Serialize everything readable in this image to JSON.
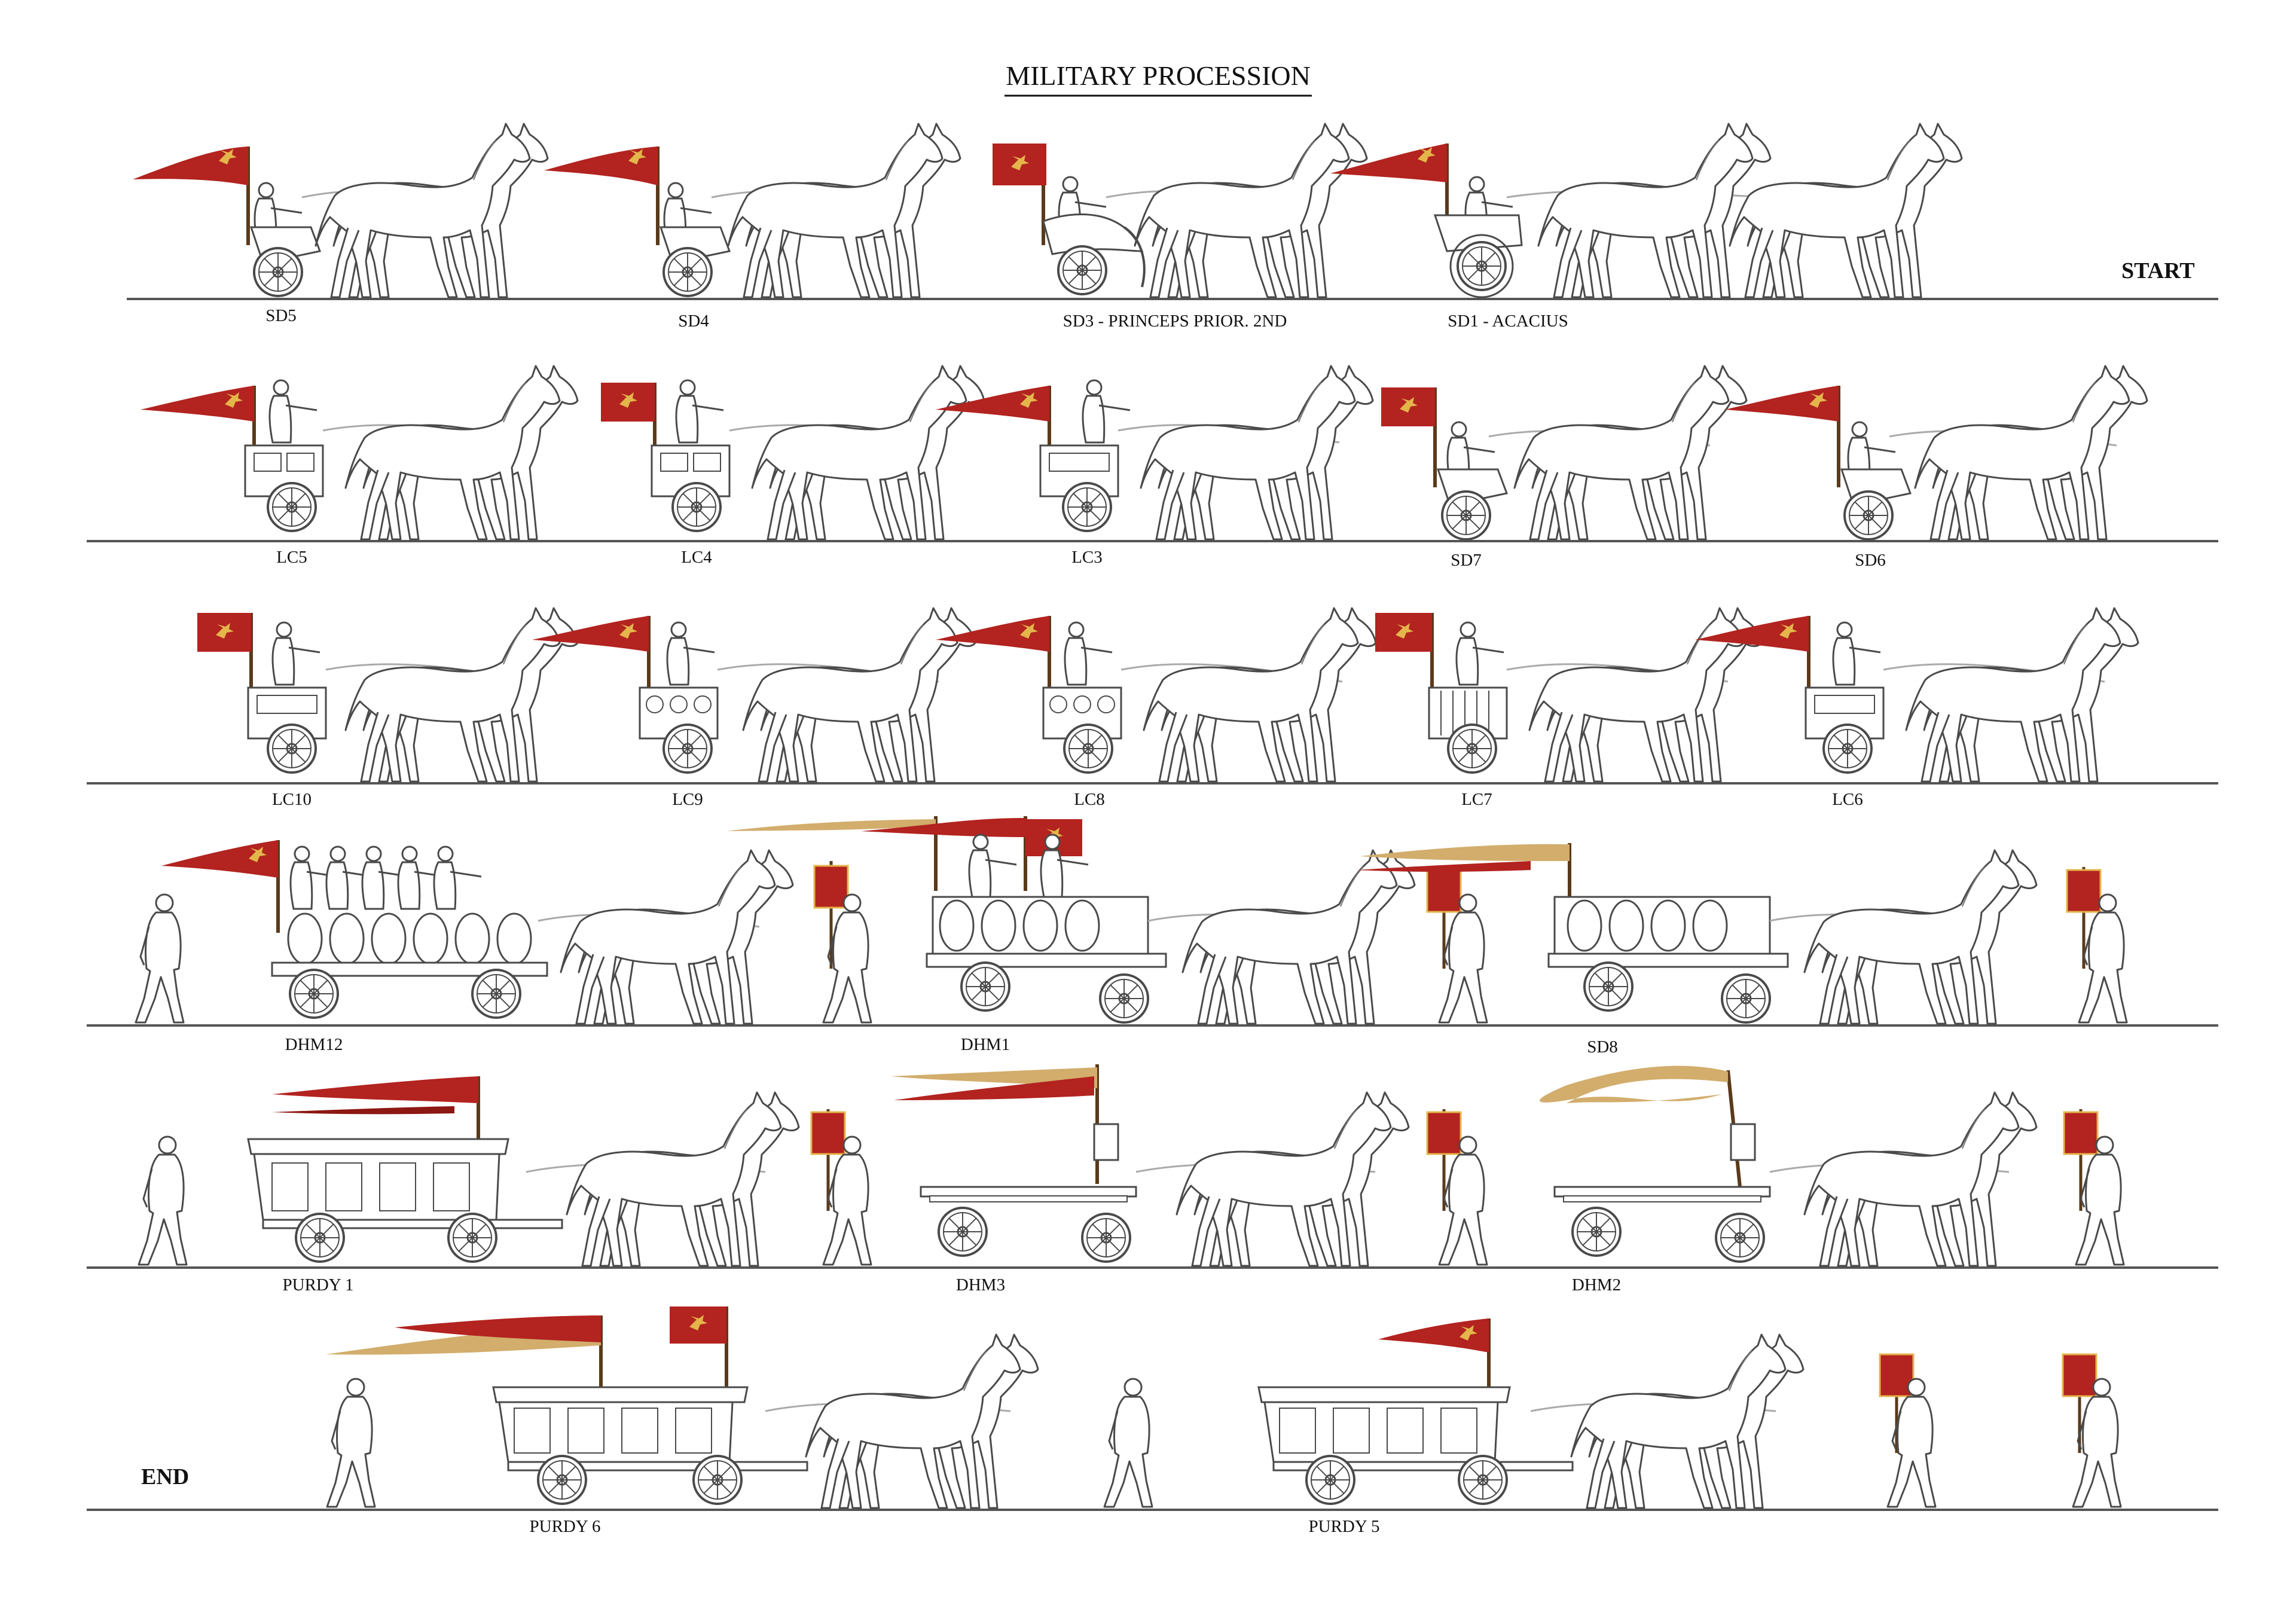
{
  "title": "MILITARY PROCESSION",
  "start_label": "START",
  "end_label": "END",
  "colors": {
    "banner_red": "#b3231f",
    "banner_red_dark": "#8c1713",
    "banner_gold": "#d2ad6c",
    "emblem_gold": "#e4b54b",
    "outline": "#4a4a4a",
    "ground": "#555555"
  },
  "rows": [
    {
      "units": [
        {
          "label": "SD5",
          "type": "small-chariot",
          "horses": 2,
          "banner": "pennant"
        },
        {
          "label": "SD4",
          "type": "small-chariot",
          "horses": 2,
          "banner": "pennant"
        },
        {
          "label": "SD3 - PRINCEPS PRIOR. 2ND",
          "type": "scythed-chariot",
          "horses": 2,
          "banner": "square"
        },
        {
          "label": "SD1 - ACACIUS",
          "type": "large-wheel-chariot",
          "horses": 4,
          "banner": "pennant"
        }
      ]
    },
    {
      "units": [
        {
          "label": "LC5",
          "type": "box-chariot",
          "horses": 2,
          "banner": "pennant"
        },
        {
          "label": "LC4",
          "type": "box-chariot",
          "horses": 2,
          "banner": "square"
        },
        {
          "label": "LC3",
          "type": "box-chariot",
          "horses": 2,
          "banner": "pennant"
        },
        {
          "label": "SD7",
          "type": "small-chariot",
          "horses": 2,
          "banner": "square"
        },
        {
          "label": "SD6",
          "type": "small-chariot",
          "horses": 2,
          "banner": "pennant"
        }
      ]
    },
    {
      "units": [
        {
          "label": "LC10",
          "type": "box-chariot",
          "horses": 2,
          "banner": "square"
        },
        {
          "label": "LC9",
          "type": "shield-chariot",
          "horses": 2,
          "banner": "pennant"
        },
        {
          "label": "LC8",
          "type": "shield-chariot",
          "horses": 2,
          "banner": "pennant"
        },
        {
          "label": "LC7",
          "type": "cage-chariot",
          "horses": 2,
          "banner": "square"
        },
        {
          "label": "LC6",
          "type": "box-chariot",
          "horses": 2,
          "banner": "pennant"
        }
      ]
    },
    {
      "units": [
        {
          "label": "DHM12",
          "type": "wheel-wagon",
          "horses": 2,
          "banner": "pennant"
        },
        {
          "label": "DHM1",
          "type": "wheel-wagon",
          "horses": 2,
          "banner": "streamer"
        },
        {
          "label": "SD8",
          "type": "wheel-wagon",
          "horses": 2,
          "banner": "streamer"
        }
      ]
    },
    {
      "units": [
        {
          "label": "PURDY 1",
          "type": "covered-wagon",
          "horses": 2,
          "banner": "streamer"
        },
        {
          "label": "DHM3",
          "type": "flatbed-cart",
          "horses": 2,
          "banner": "streamer"
        },
        {
          "label": "DHM2",
          "type": "flatbed-cart",
          "horses": 2,
          "banner": "gold-streamer"
        }
      ]
    },
    {
      "units": [
        {
          "label": "PURDY 6",
          "type": "covered-wagon",
          "horses": 2,
          "banner": "streamer"
        },
        {
          "label": "PURDY 5",
          "type": "covered-wagon",
          "horses": 2,
          "banner": "pennant"
        }
      ]
    }
  ]
}
